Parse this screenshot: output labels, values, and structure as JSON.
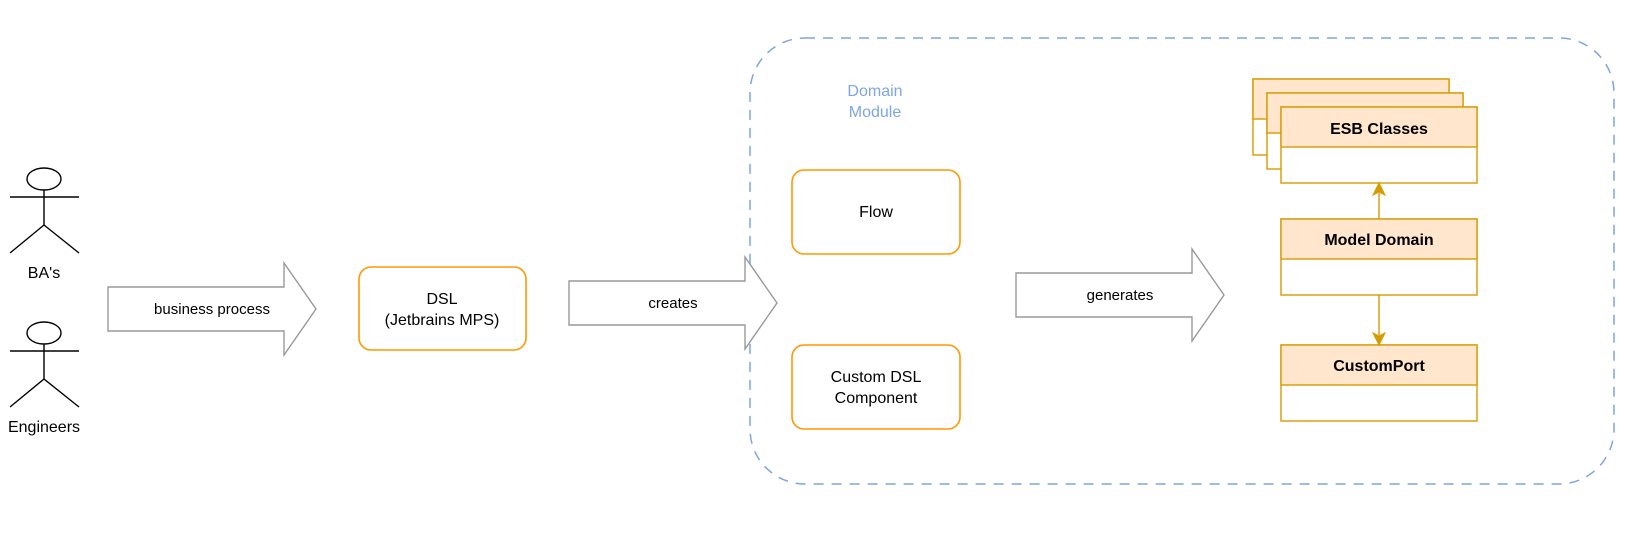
{
  "actors": {
    "ba": "BA's",
    "engineers": "Engineers"
  },
  "arrows": {
    "business_process": "business process",
    "creates": "creates",
    "generates": "generates"
  },
  "dsl": {
    "line1": "DSL",
    "line2": "(Jetbrains MPS)"
  },
  "domain_module": {
    "line1": "Domain",
    "line2": "Module",
    "flow": "Flow",
    "custom_line1": "Custom DSL",
    "custom_line2": "Component"
  },
  "classes": {
    "esb": "ESB Classes",
    "model_domain": "Model Domain",
    "custom_port": "CustomPort"
  },
  "colors": {
    "orange": "#FF9900",
    "class_fill": "#FFE6CC",
    "class_stroke": "#D79B00",
    "dash_blue": "#7EA6E0",
    "arrow_gray": "#999999"
  }
}
